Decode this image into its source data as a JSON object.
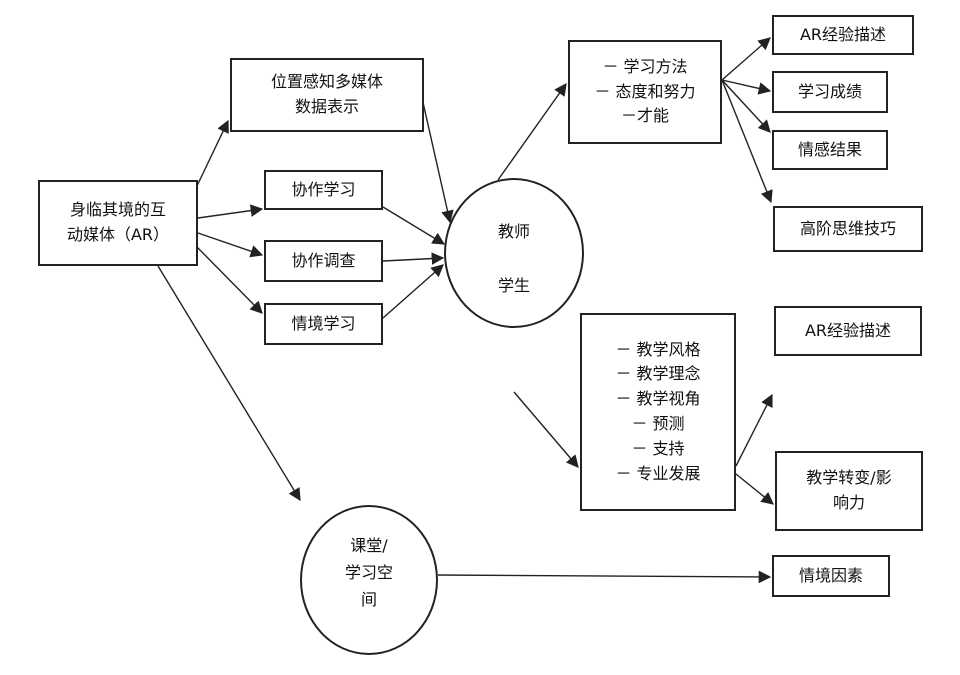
{
  "source": {
    "lines": [
      "身临其境的互",
      "动媒体（AR）"
    ]
  },
  "modes": {
    "location": {
      "lines": [
        "位置感知多媒体",
        "数据表示"
      ]
    },
    "collab_learning": "协作学习",
    "collab_inquiry": "协作调查",
    "situated_learning": "情境学习"
  },
  "actors": {
    "teacher": "教师",
    "student": "学生"
  },
  "student_factors": {
    "lines": [
      "－ 学习方法",
      "－ 态度和努力",
      "－才能"
    ]
  },
  "student_outcomes": [
    "AR经验描述",
    "学习成绩",
    "情感结果",
    "高阶思维技巧"
  ],
  "teacher_factors": {
    "lines": [
      "－ 教学风格",
      "－ 教学理念",
      "－ 教学视角",
      "－ 预测",
      "－ 支持",
      "－ 专业发展"
    ]
  },
  "teacher_outcomes": {
    "experience": "AR经验描述",
    "impact_lines": [
      "教学转变/影",
      "响力"
    ]
  },
  "classroom": {
    "lines": [
      "课堂/",
      "学习空",
      "间"
    ]
  },
  "context": "情境因素"
}
